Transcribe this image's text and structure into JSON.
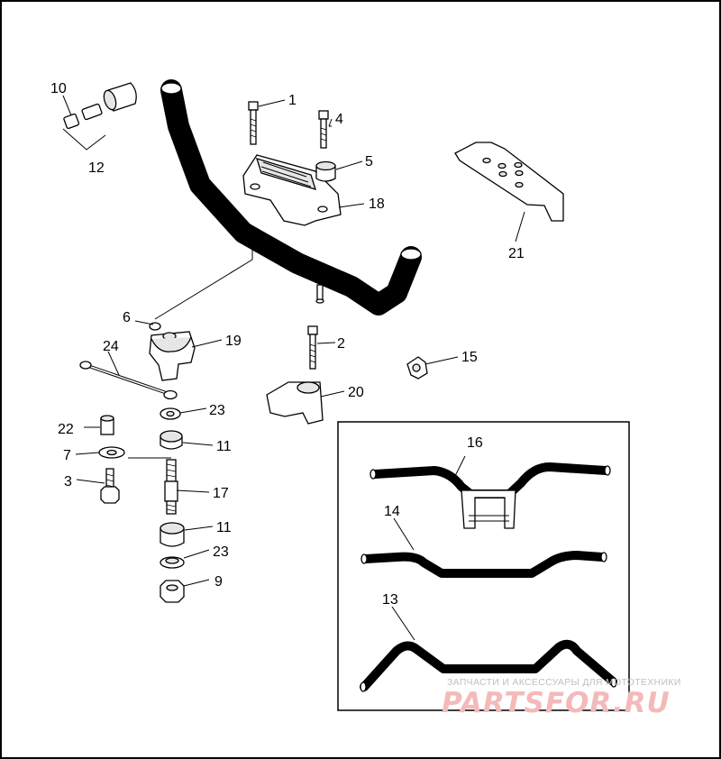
{
  "callouts": {
    "p1": "1",
    "p2": "2",
    "p3": "3",
    "p4": "4",
    "p5": "5",
    "p6": "6",
    "p7": "7",
    "p9": "9",
    "p10": "10",
    "p11a": "11",
    "p11b": "11",
    "p12": "12",
    "p13": "13",
    "p14": "14",
    "p15": "15",
    "p16": "16",
    "p17": "17",
    "p18": "18",
    "p19": "19",
    "p20": "20",
    "p21": "21",
    "p22": "22",
    "p23a": "23",
    "p23b": "23",
    "p24": "24"
  },
  "watermark": {
    "tagline": "ЗАПЧАСТИ И АКСЕССУАРЫ ДЛЯ МОТОТЕХНИКИ",
    "logo": "PARTSFOR.RU"
  },
  "colors": {
    "line": "#000000",
    "background": "#ffffff",
    "watermark_logo": "#f4b9b9",
    "watermark_text": "#c0c0c0"
  }
}
